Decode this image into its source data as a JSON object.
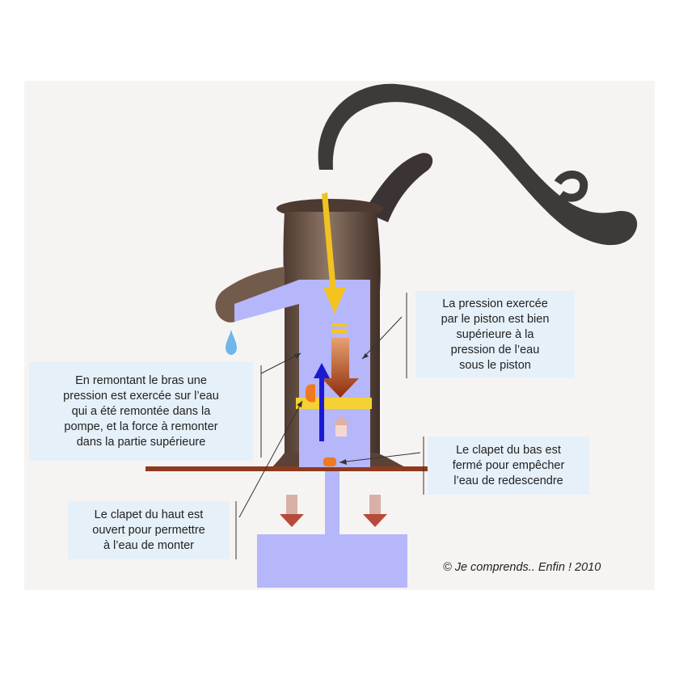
{
  "colors": {
    "chamber": "#b6b6fa",
    "rod": "#f2c320",
    "piston": "#f4d233",
    "valve": "#f07a1f",
    "pressure_arrow": "#9a3a10",
    "water_arrow": "#1a1ad2",
    "ground": "#8e3a1e",
    "down_arrow": "#b84a3a",
    "note_bg": "#e6f0f8",
    "pump_body": "#6b5546"
  },
  "icons": {
    "pump": "hand-water-pump-illustration",
    "water_drop": "water-drop-icon"
  },
  "notes": {
    "upper_right": [
      "La pression exercée",
      "par le piston est bien",
      "supérieure à la",
      "pression de l’eau",
      "sous le piston"
    ],
    "left": [
      "En remontant le bras une",
      "pression est exercée sur l’eau",
      "qui a été remontée dans la",
      "pompe, et la force à remonter",
      "dans la partie supérieure"
    ],
    "lower_right": [
      "Le clapet du bas est",
      "fermé pour empêcher",
      "l’eau de redescendre"
    ],
    "lower_left": [
      "Le clapet du haut est",
      "ouvert pour permettre",
      "à l’eau de monter"
    ]
  },
  "copyright": "© Je comprends.. Enfin ! 2010"
}
